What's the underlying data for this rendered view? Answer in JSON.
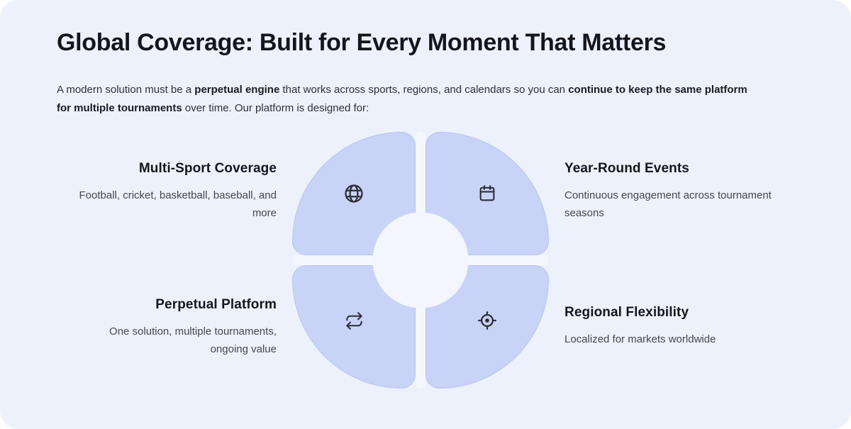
{
  "colors": {
    "card_bg": "#edf1fb",
    "segment": "#c9d3f7",
    "gap": "#f4f7fd",
    "hole": "#f3f6fc",
    "icon": "#2c2f38",
    "heading": "#15161c",
    "body_text": "#2e3037",
    "muted": "#46474f"
  },
  "header": {
    "title": "Global Coverage: Built for Every Moment That Matters"
  },
  "intro": {
    "runs": [
      {
        "text": "A modern solution must be a ",
        "bold": false
      },
      {
        "text": "perpetual engine",
        "bold": true
      },
      {
        "text": " that works across sports, regions, and calendars so you can ",
        "bold": false
      },
      {
        "text": "continue to keep the same platform\nfor multiple tournaments",
        "bold": true
      },
      {
        "text": " over time. Our platform is designed for:",
        "bold": false
      }
    ]
  },
  "features": [
    {
      "id": "multi-sport-coverage",
      "title": "Multi-Sport Coverage",
      "description": "Football, cricket, basketball, baseball, and\nmore",
      "icon": "globe-icon",
      "position": "top-left"
    },
    {
      "id": "year-round-events",
      "title": "Year-Round Events",
      "description": "Continuous engagement across tournament\nseasons",
      "icon": "calendar-icon",
      "position": "top-right"
    },
    {
      "id": "perpetual-platform",
      "title": "Perpetual Platform",
      "description": "One solution, multiple tournaments,\nongoing value",
      "icon": "repeat-icon",
      "position": "bottom-left"
    },
    {
      "id": "regional-flexibility",
      "title": "Regional Flexibility",
      "description": "Localized for markets worldwide",
      "icon": "locate-icon",
      "position": "bottom-right"
    }
  ]
}
